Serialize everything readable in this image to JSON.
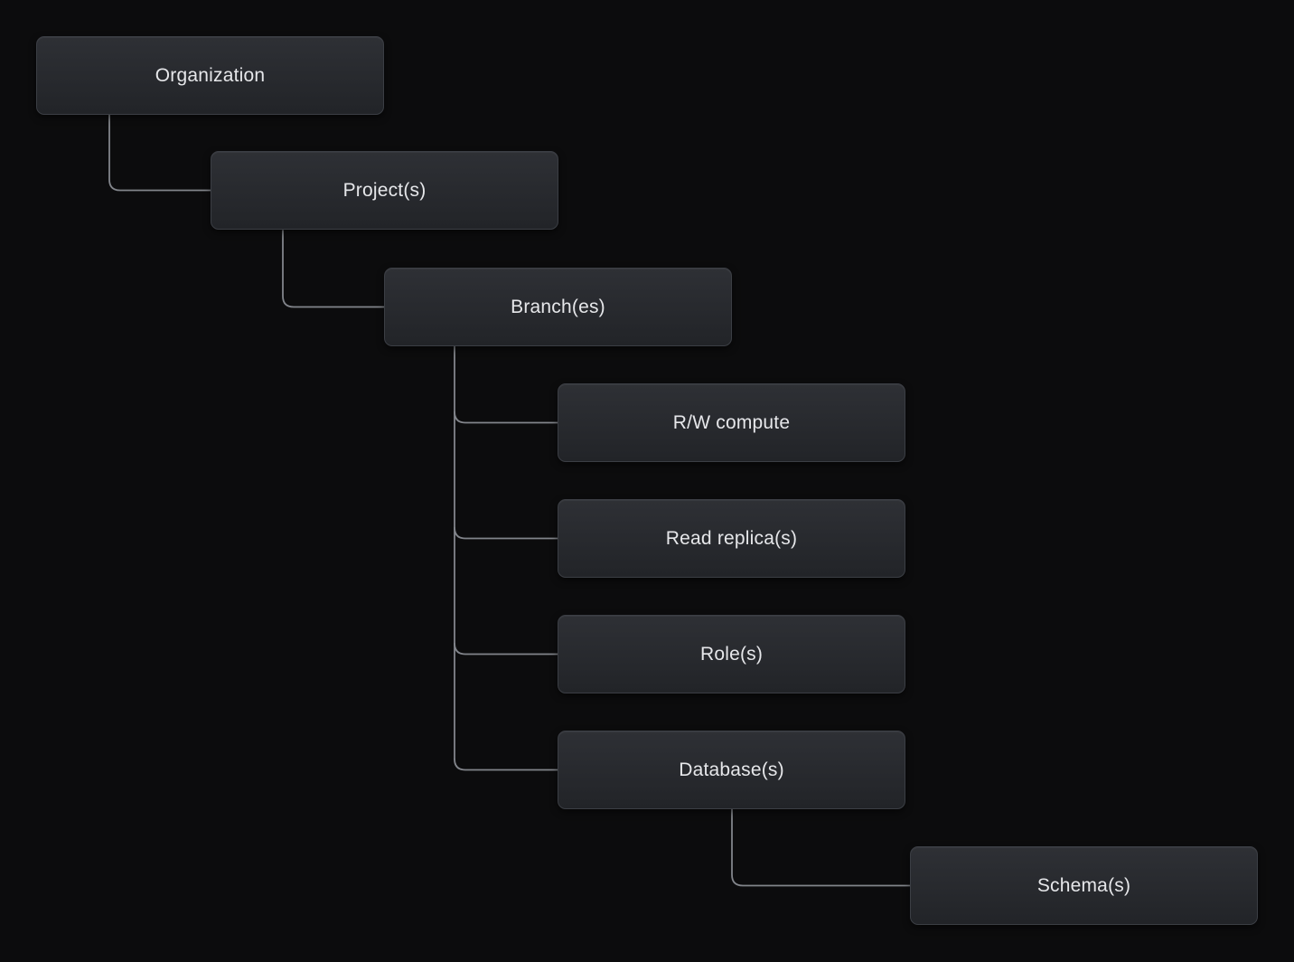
{
  "colors": {
    "background": "#0c0c0d",
    "node_fill_top": "#2e3035",
    "node_fill_bottom": "#222428",
    "node_border": "#3b3e44",
    "node_text": "#e6e7ea",
    "connector": "#82858b"
  },
  "diagram": {
    "type": "tree-hierarchy",
    "nodes": [
      {
        "id": "organization",
        "label": "Organization",
        "parent": null
      },
      {
        "id": "projects",
        "label": "Project(s)",
        "parent": "organization"
      },
      {
        "id": "branches",
        "label": "Branch(es)",
        "parent": "projects"
      },
      {
        "id": "rw-compute",
        "label": "R/W compute",
        "parent": "branches"
      },
      {
        "id": "read-replicas",
        "label": "Read replica(s)",
        "parent": "branches"
      },
      {
        "id": "roles",
        "label": "Role(s)",
        "parent": "branches"
      },
      {
        "id": "databases",
        "label": "Database(s)",
        "parent": "branches"
      },
      {
        "id": "schemas",
        "label": "Schema(s)",
        "parent": "databases"
      }
    ]
  }
}
